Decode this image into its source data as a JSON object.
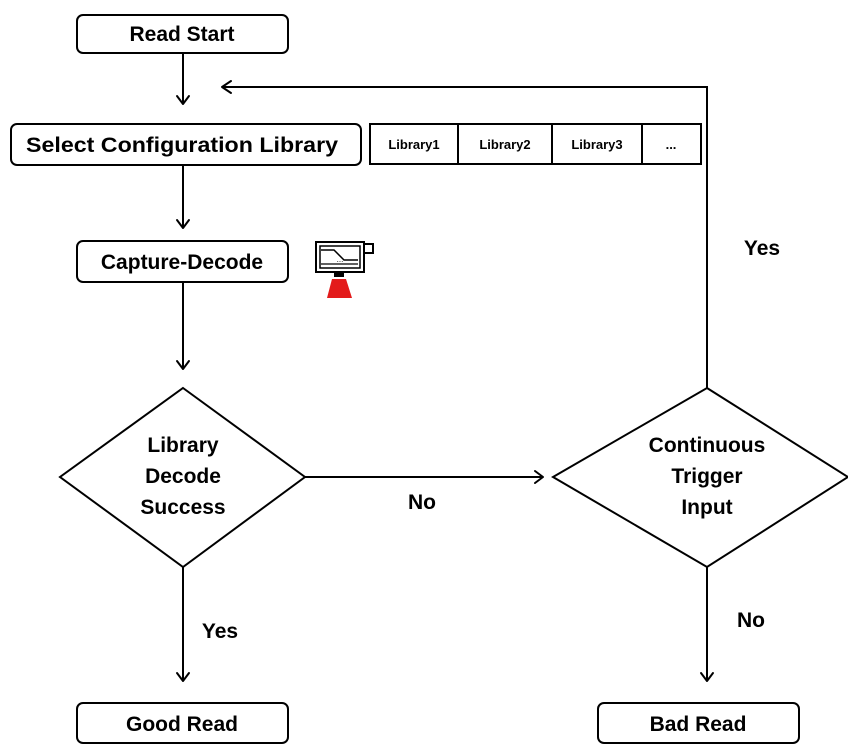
{
  "nodes": {
    "read_start": "Read Start",
    "select_library": "Select Configuration Library",
    "capture_decode": "Capture-Decode",
    "library_decode_success": [
      "Library",
      "Decode",
      "Success"
    ],
    "continuous_trigger_input": [
      "Continuous",
      "Trigger",
      "Input"
    ],
    "good_read": "Good Read",
    "bad_read": "Bad Read"
  },
  "library_list": [
    "Library1",
    "Library2",
    "Library3",
    "..."
  ],
  "edge_labels": {
    "decode_no": "No",
    "decode_yes": "Yes",
    "trigger_yes": "Yes",
    "trigger_no": "No"
  },
  "icons": {
    "scanner": "barcode-scanner-icon"
  },
  "colors": {
    "scanner_beam": "#e31b1b",
    "stroke": "#000000"
  }
}
